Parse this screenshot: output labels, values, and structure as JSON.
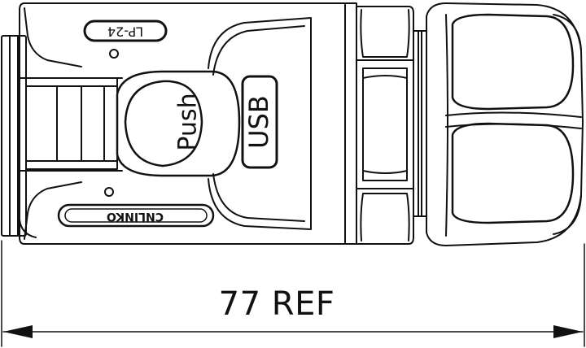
{
  "drawing": {
    "part_label": "LP-24",
    "push_label": "Push",
    "usb_label": "USB",
    "brand_label": "CNLINKO",
    "dimension_label": "77 REF"
  }
}
